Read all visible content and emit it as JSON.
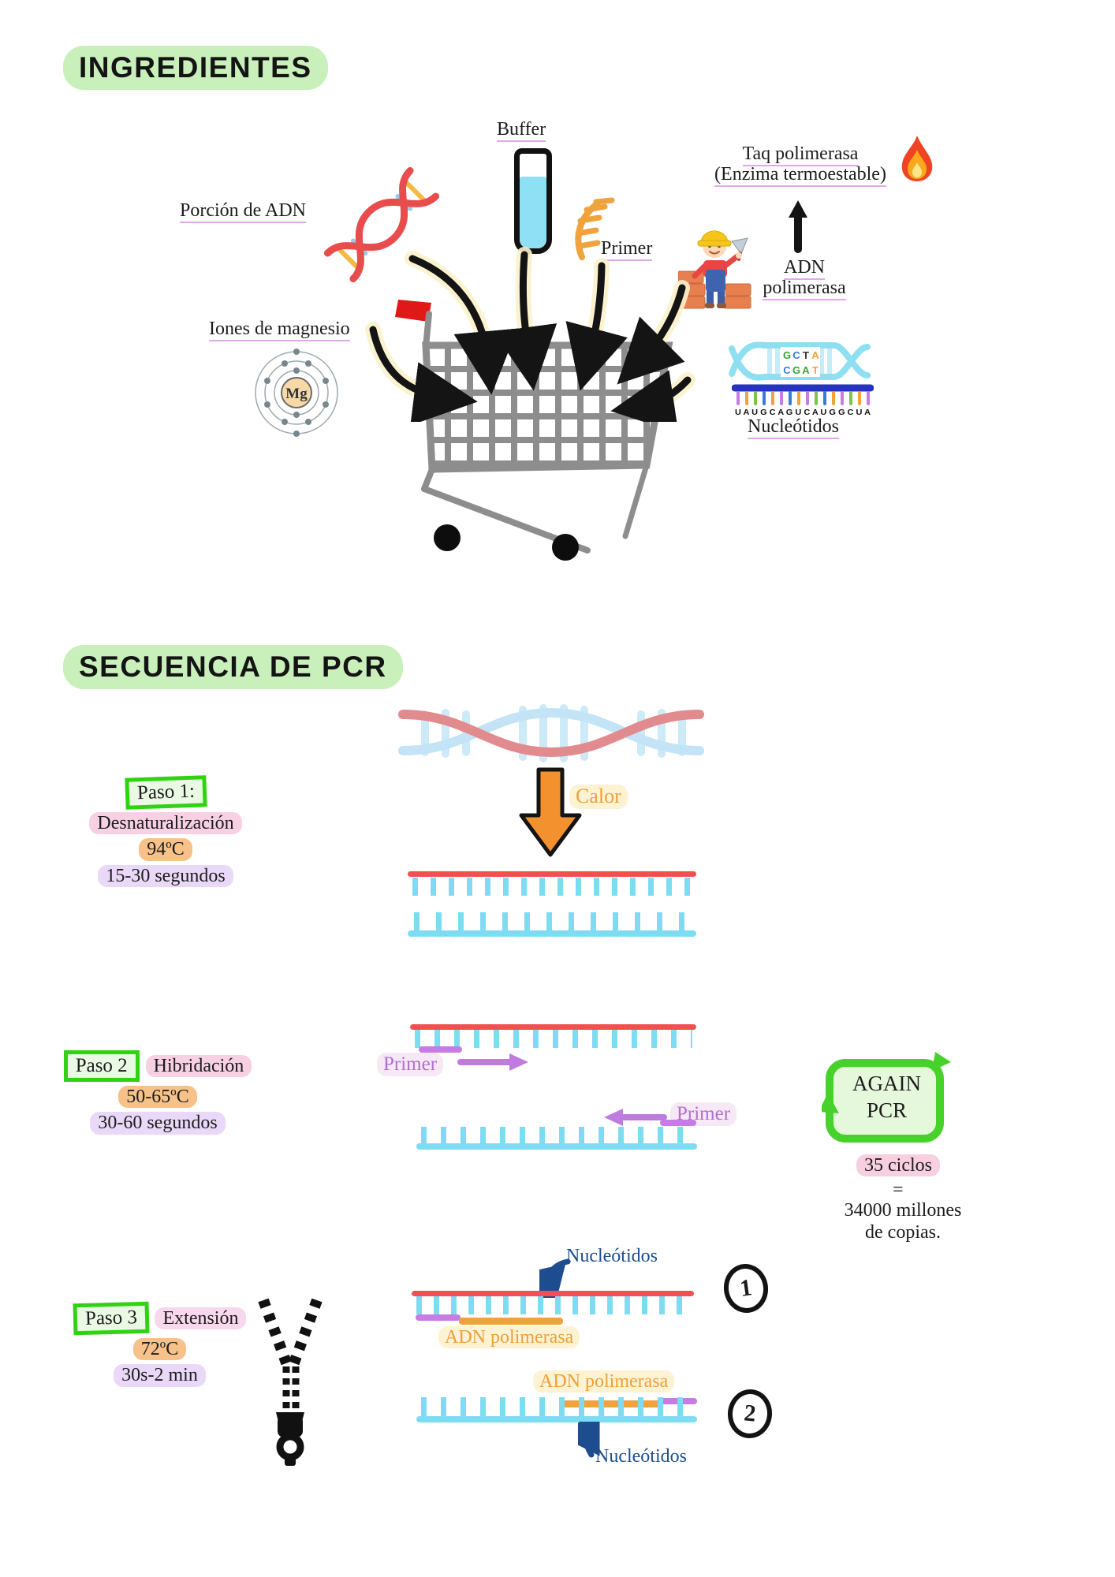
{
  "palette": {
    "title_highlight": "#c9f0bb",
    "step_box_green": "#2fd312",
    "pink_highlight": "#f8d0e4",
    "orange_highlight": "#f6c28a",
    "purple_highlight": "#ead8f8",
    "cream_highlight": "#fdf2d2",
    "underline_purple": "#dfa9e8",
    "strand_red": "#f25050",
    "strand_light_blue": "#7edcf2",
    "primer_purple": "#c77ce3",
    "polymerase_orange": "#f0a23c",
    "nucleotide_navy": "#1d4d8f",
    "cart_gray": "#8d8d8d",
    "helix_pink": "#e28b8e",
    "helix_pale_blue": "#c3e3f6",
    "calor_orange": "#f2912d"
  },
  "ingredientes": {
    "title": "INGREDIENTES",
    "porcion_adn": "Porción de ADN",
    "buffer": "Buffer",
    "primer": "Primer",
    "taq_line1": "Taq polimerasa",
    "taq_line2": "(Enzima termoestable)",
    "adn_line1": "ADN",
    "adn_line2": "polimerasa",
    "iones": "Iones de magnesio",
    "mg": "Mg",
    "nucleotidos": "Nucleótidos",
    "helix_top": [
      "G",
      "C",
      "T",
      "A"
    ],
    "helix_bottom": [
      "C",
      "G",
      "A",
      "T"
    ],
    "rna_letters": "U A U G C A G U C A U G G C U A"
  },
  "secuencia": {
    "title": "SECUENCIA DE PCR",
    "calor": "Calor",
    "pasos": [
      {
        "step": "Paso 1:",
        "name": "Desnaturalización",
        "temp": "94ºC",
        "time": "15-30 segundos"
      },
      {
        "step": "Paso 2",
        "name": "Hibridación",
        "temp": "50-65ºC",
        "time": "30-60 segundos"
      },
      {
        "step": "Paso 3",
        "name": "Extensión",
        "temp": "72ºC",
        "time": "30s-2 min"
      }
    ],
    "primer_left": "Primer",
    "primer_right": "Primer",
    "again_line1": "AGAIN",
    "again_line2": "PCR",
    "ciclos": "35 ciclos",
    "equals": "=",
    "copias_line1": "34000 millones",
    "copias_line2": "de copias.",
    "nucleotidos_top": "Nucleótidos",
    "adn_polimerasa_top": "ADN polimerasa",
    "adn_polimerasa_bottom": "ADN polimerasa",
    "nucleotidos_bottom": "Nucleótidos",
    "num1": "1",
    "num2": "2"
  }
}
